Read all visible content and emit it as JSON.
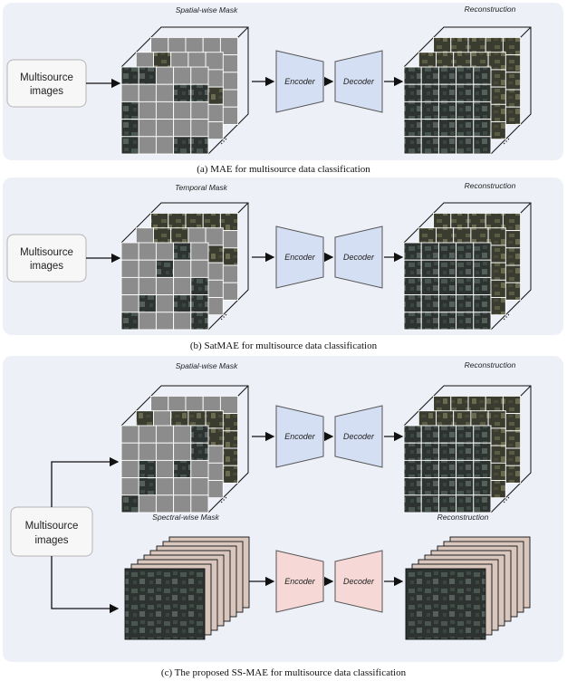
{
  "panels": [
    {
      "caption": "(a) MAE for multisource data classification",
      "mask_label": "Spatial-wise Mask",
      "recon_label": "Reconstruction",
      "input_label": [
        "Multisource",
        "images"
      ],
      "encoder_label": "Encoder",
      "decoder_label": "Decoder",
      "ellipsis": "..."
    },
    {
      "caption": "(b) SatMAE for multisource data classification",
      "mask_label": "Temporal Mask",
      "recon_label": "Reconstruction",
      "input_label": [
        "Multisource",
        "images"
      ],
      "encoder_label": "Encoder",
      "decoder_label": "Decoder",
      "ellipsis": "..."
    },
    {
      "caption": "(c) The  proposed SS-MAE for multisource data classification",
      "mask_label": "Spatial-wise Mask",
      "recon_label": "Reconstruction",
      "input_label": [
        "Multisource",
        "images"
      ],
      "encoder_label": "Encoder",
      "decoder_label": "Decoder",
      "ellipsis": "...",
      "spectral_mask_label": "Spectral-wise Mask",
      "spectral_recon_label": "Reconstruction"
    }
  ],
  "colors": {
    "panel_bg": "#eef0f8",
    "encoder_blue": "#d5dff3",
    "encoder_pink": "#f6d9d6",
    "mask_gray": "#8c8c8c",
    "box_border": "#b5b5b5"
  }
}
